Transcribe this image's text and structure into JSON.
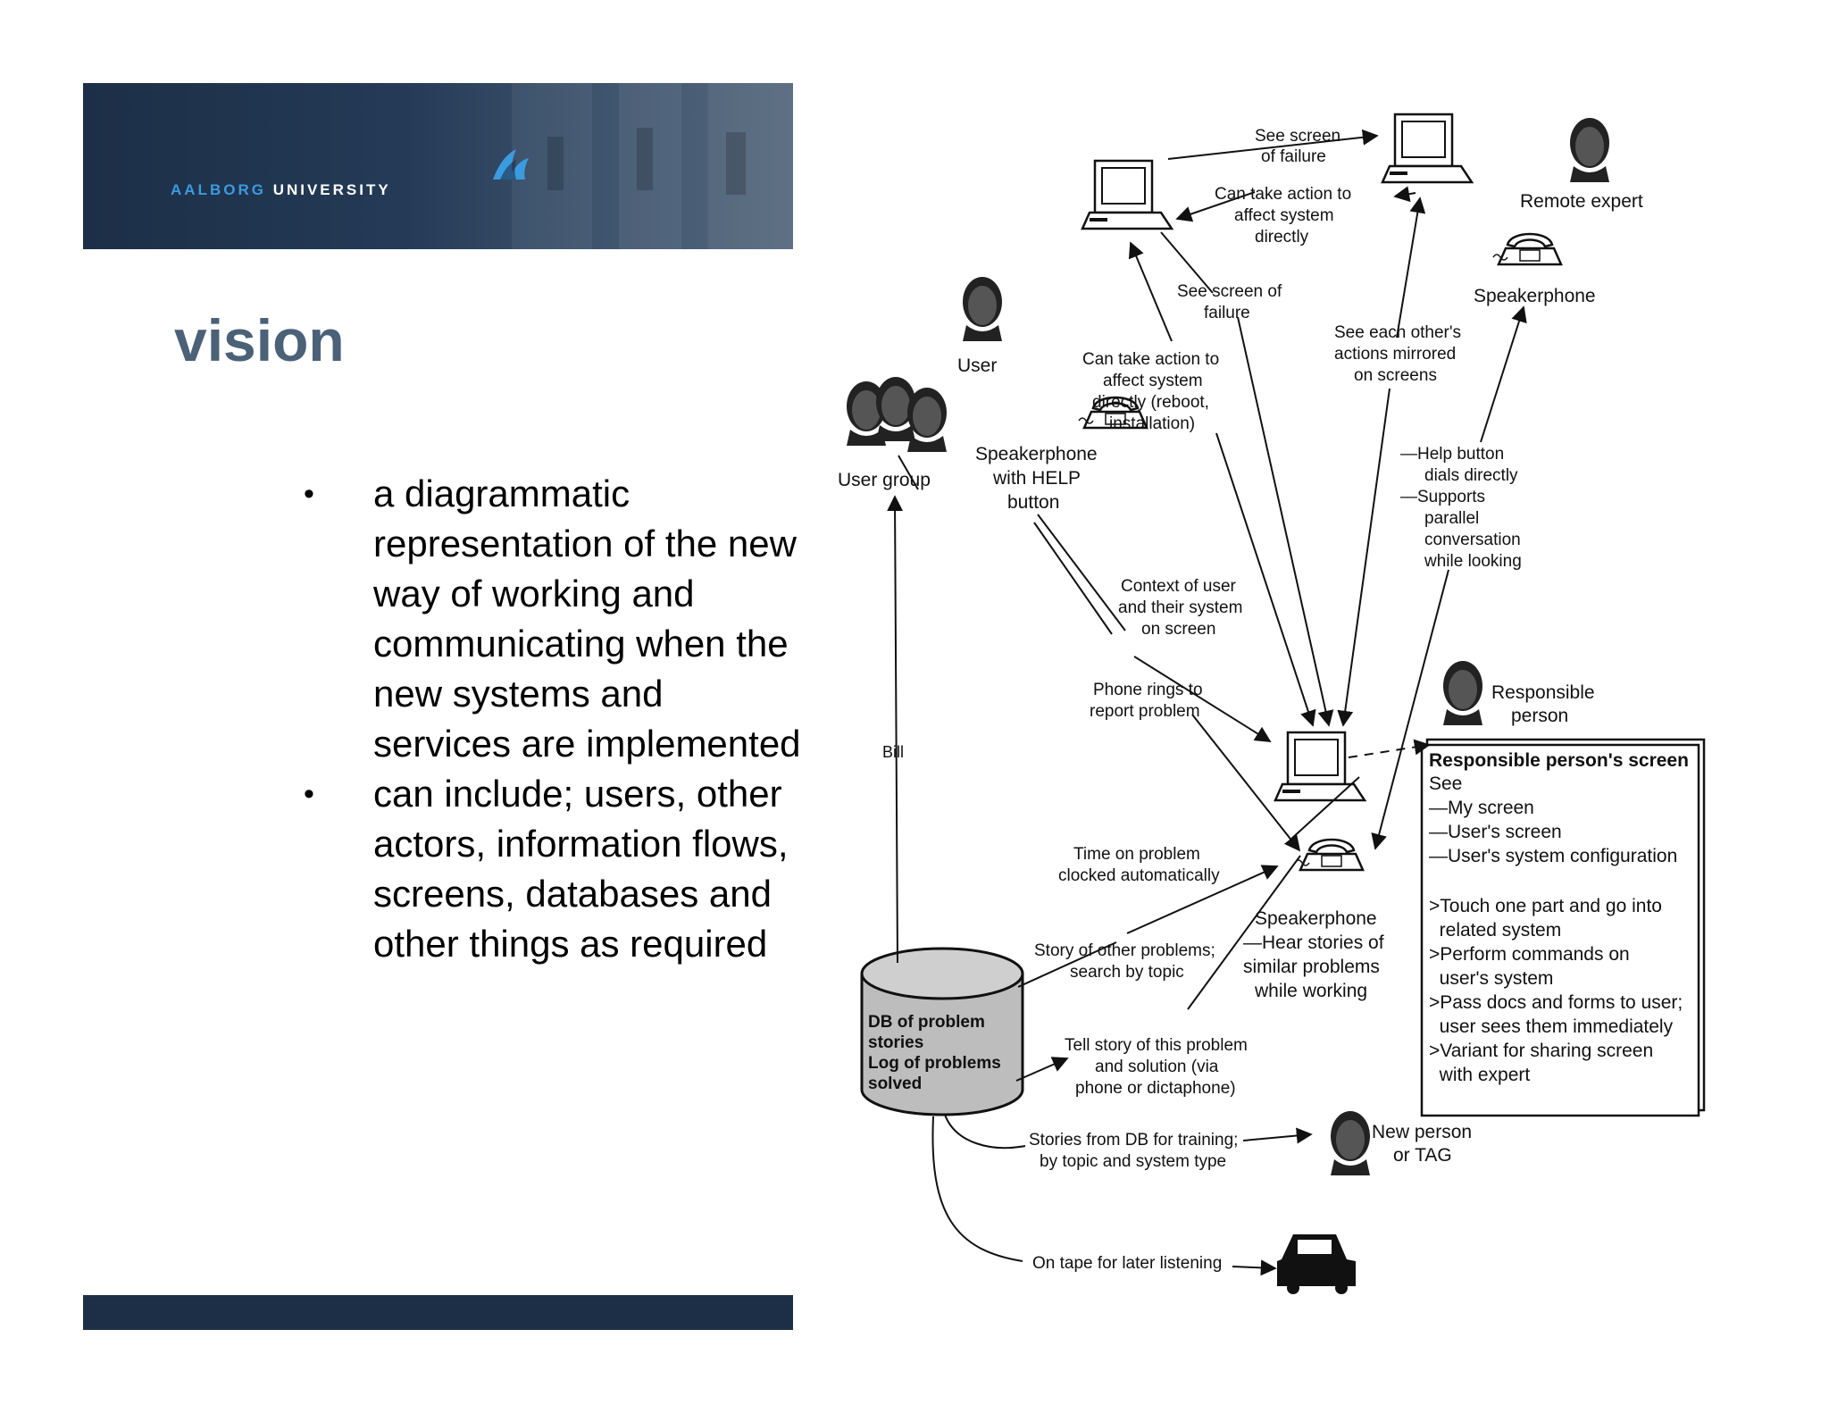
{
  "header": {
    "logo_word1": "AALBORG",
    "logo_word2": "UNIVERSITY"
  },
  "slide": {
    "title": "vision",
    "bullets": [
      "a diagrammatic representation of the new way of working and communicating when the new systems and services are implemented",
      "can include; users, other actors, information flows, screens, databases and other things as required"
    ],
    "bullet_symbol": "•"
  },
  "diagram": {
    "see_screen_failure_top": [
      "See screen",
      "of failure"
    ],
    "can_take_action_top": [
      "Can take action to",
      "affect system",
      "directly"
    ],
    "remote_expert": "Remote expert",
    "speakerphone_remote": "Speakerphone",
    "see_screen_failure_mid": [
      "See screen of",
      "failure"
    ],
    "user": "User",
    "can_take_action_reboot": [
      "Can take action to",
      "affect system",
      "directly (reboot,",
      "installation)"
    ],
    "see_each_other": [
      "See each other's",
      "actions mirrored",
      "on screens"
    ],
    "user_group": "User group",
    "speakerphone_help": [
      "Speakerphone",
      "with HELP",
      "button"
    ],
    "help_button_notes": [
      "—Help button",
      "dials directly",
      "—Supports",
      "parallel",
      "conversation",
      "while looking"
    ],
    "context_of_user": [
      "Context of user",
      "and their system",
      "on screen"
    ],
    "phone_rings": [
      "Phone rings to",
      "report problem"
    ],
    "responsible_person": [
      "Responsible",
      "person"
    ],
    "bill": "Bill",
    "responsible_screen_title": "Responsible person's screen",
    "responsible_screen_lines": [
      "See",
      "—My screen",
      "—User's screen",
      "—User's system configuration",
      "",
      ">Touch one part and go into",
      "  related system",
      ">Perform commands on",
      "  user's system",
      ">Pass docs and forms to user;",
      "  user sees them immediately",
      ">Variant for sharing screen",
      "  with expert"
    ],
    "time_on_problem": [
      "Time on problem",
      "clocked automatically"
    ],
    "speakerphone_center": [
      "Speakerphone",
      "—Hear stories of",
      "similar problems",
      "while working"
    ],
    "story_other": [
      "Story of other problems;",
      "search by topic"
    ],
    "db_label": [
      "DB of problem",
      "stories",
      "Log of problems",
      "solved"
    ],
    "tell_story": [
      "Tell story of this problem",
      "and solution (via",
      "phone or dictaphone)"
    ],
    "stories_from_db": [
      "Stories from DB for training;",
      "by topic and system type"
    ],
    "new_person": [
      "New person",
      "or TAG"
    ],
    "on_tape": "On tape for later listening"
  },
  "colors": {
    "banner_dark": "#1c2f47",
    "title_color": "#4a6178",
    "logo_blue": "#3b9be0",
    "footer_bar": "#1d2f47"
  }
}
